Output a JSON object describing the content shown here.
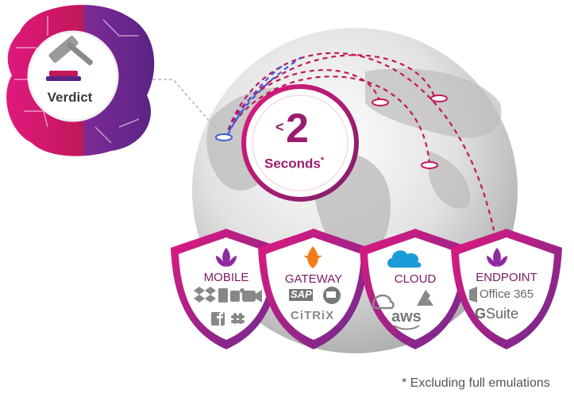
{
  "verdict": {
    "label": "Verdict"
  },
  "timer": {
    "prefix": "<",
    "value": "2",
    "unit": "Seconds",
    "unit_marker": "*"
  },
  "shields": [
    {
      "label": "MOBILE",
      "icons": [
        "dropbox-icon",
        "file-icon",
        "teams-icon",
        "video-icon",
        "facebook-icon",
        "slack-icon"
      ]
    },
    {
      "label": "GATEWAY",
      "icons": [
        "sap-logo",
        "monitor-icon",
        "citrix-logo"
      ]
    },
    {
      "label": "CLOUD",
      "icons": [
        "google-cloud-icon",
        "azure-icon",
        "aws-logo"
      ]
    },
    {
      "label": "ENDPOINT",
      "icons": [
        "office-icon",
        "gsuite-icon"
      ]
    }
  ],
  "logos": {
    "sap": "SAP",
    "citrix": "CiTRiX",
    "aws": "aws",
    "office365": "Office 365",
    "gsuite_g": "G",
    "gsuite": "Suite"
  },
  "footnote": "* Excluding full emulations",
  "colors": {
    "brand": "#9b1c6e",
    "magenta": "#c2185b",
    "blue": "#3d5bd9",
    "purple": "#6a2c91"
  }
}
